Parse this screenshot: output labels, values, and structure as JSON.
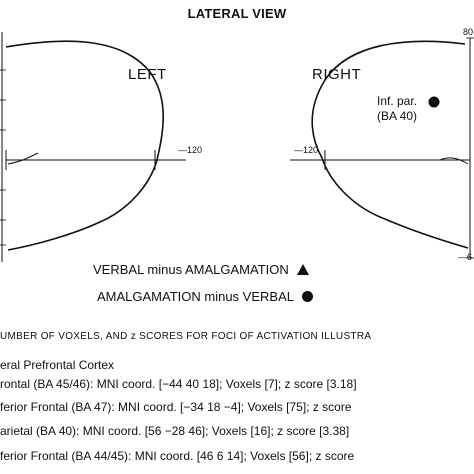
{
  "figure": {
    "title": "LATERAL VIEW",
    "left_label": "LEFT",
    "right_label": "RIGHT",
    "tick_left_midline": "120",
    "tick_right_midline": "120",
    "tick_top_right": "80",
    "tick_bottom_right": "6",
    "foci_annotation_line1": "Inf. par.",
    "foci_annotation_line2": "(BA 40)"
  },
  "legend": {
    "item1_label": "VERBAL minus AMALGAMATION",
    "item1_marker": "triangle-icon",
    "item2_label": "AMALGAMATION minus VERBAL",
    "item2_marker": "circle-icon"
  },
  "table": {
    "title": "UMBER OF VOXELS, AND z SCORES FOR FOCI OF ACTIVATION ILLUSTRA",
    "rows": [
      "eral Prefrontal Cortex",
      "rontal (BA 45/46): MNI coord. [−44 40 18]; Voxels [7]; z score [3.18]",
      "ferior Frontal (BA 47): MNI coord. [−34 18 −4]; Voxels [75]; z score",
      "arietal (BA 40): MNI coord. [56 −28 46]; Voxels [16]; z score [3.38]",
      "ferior Frontal (BA 44/45): MNI coord. [46 6 14]; Voxels [56]; z score"
    ]
  }
}
